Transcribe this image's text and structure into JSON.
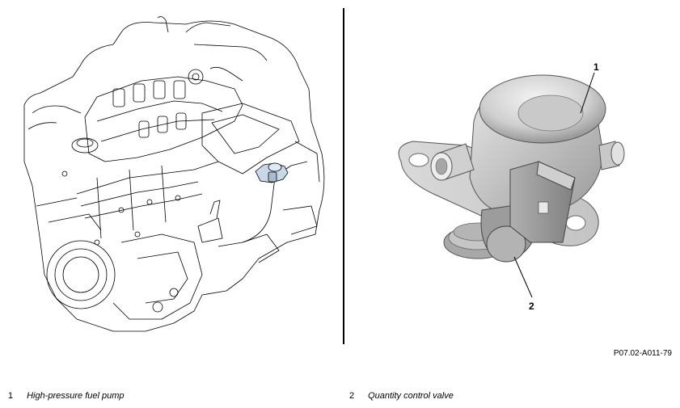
{
  "callouts": [
    {
      "number": "1"
    },
    {
      "number": "2"
    }
  ],
  "figure_ref": "P07.02-A011-79",
  "legend": [
    {
      "number": "1",
      "label": "High-pressure fuel pump"
    },
    {
      "number": "2",
      "label": "Quantity control valve"
    }
  ],
  "colors": {
    "line": "#000000",
    "highlight": "#c8d8e8",
    "pump_light": "#e6e6e6",
    "pump_mid": "#b8b8b8",
    "pump_dark": "#7a7a7a",
    "connector": "#9a9a9a"
  }
}
